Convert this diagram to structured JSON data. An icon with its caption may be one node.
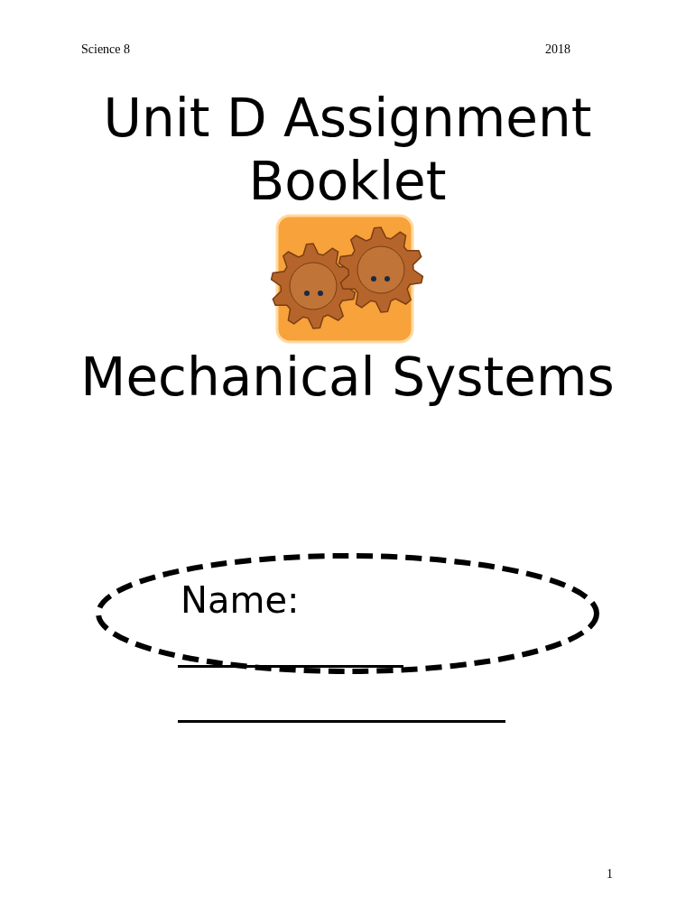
{
  "diagram": {
    "title": "Unit D Assignment Booklet",
    "nodes": [
      {
        "text": [
          "Name:"
        ]
      }
    ],
    "edges": [],
    "labels": [
      "Science 8",
      "2018",
      "Mechanical Systems",
      "1"
    ]
  }
}
